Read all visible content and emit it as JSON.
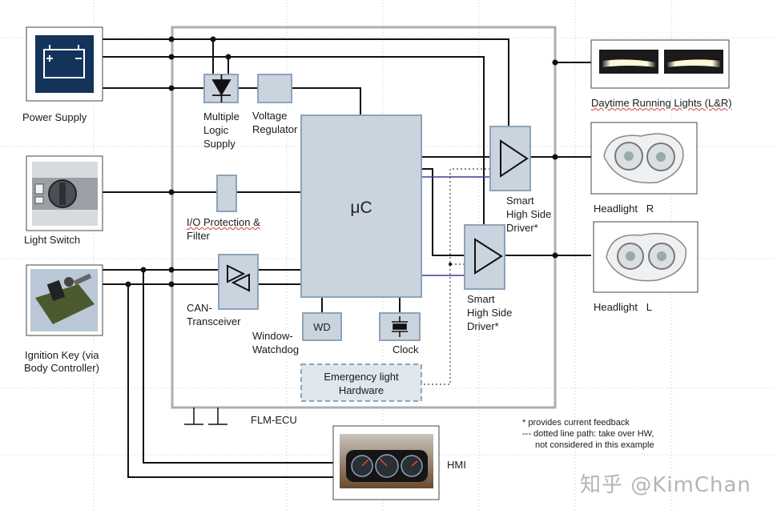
{
  "devices": {
    "power_supply": "Power Supply",
    "light_switch": "Light Switch",
    "ignition_key_line1": "Ignition Key (via",
    "ignition_key_line2": "Body Controller)",
    "drl": "Daytime Running Lights (L&R)",
    "headlight_r": "Headlight   R",
    "headlight_l": "Headlight   L",
    "hmi": "HMI"
  },
  "ecu": {
    "name": "FLM-ECU",
    "uc": "μC",
    "mls": [
      "Multiple",
      "Logic",
      "Supply"
    ],
    "vreg": [
      "Voltage",
      "Regulator"
    ],
    "io": [
      "I/O Protection &",
      "Filter"
    ],
    "can": [
      "CAN-",
      "Transceiver"
    ],
    "wd_box": "WD",
    "wd": [
      "Window-",
      "Watchdog"
    ],
    "clock": "Clock",
    "emergency": [
      "Emergency light",
      "Hardware"
    ],
    "driver_top": [
      "Smart",
      "High Side",
      "Driver*"
    ],
    "driver_bottom": [
      "Smart",
      "High Side",
      "Driver*"
    ]
  },
  "notes": [
    "* provides current feedback",
    "--- dotted line path: take over HW,",
    "not considered in this example"
  ],
  "watermark": "知乎 @KimChan",
  "colors": {
    "block_fill": "#c9d4df",
    "block_stroke": "#8fa3b6",
    "ecu_border": "#a9b0b5",
    "wire": "#111111",
    "signal": "#3d3f8f",
    "battery_bg": "#14335a"
  }
}
